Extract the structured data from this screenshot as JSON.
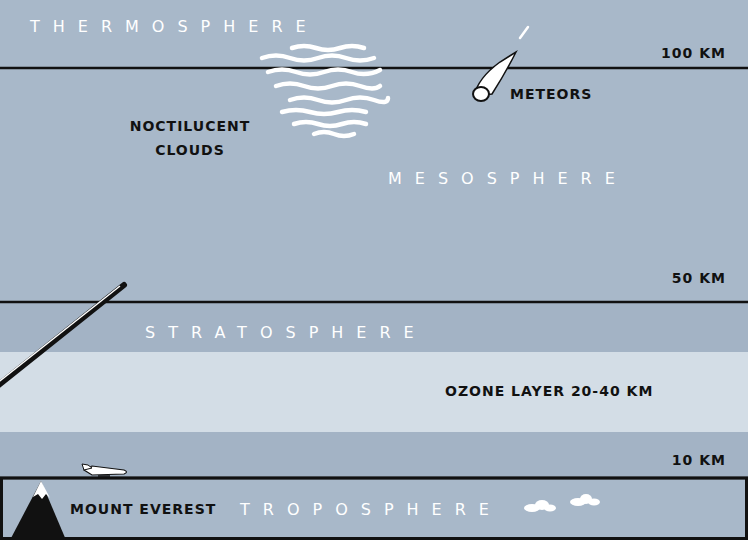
{
  "diagram": {
    "nodes": [
      {
        "text": [
          "THERMOSPHERE"
        ]
      },
      {
        "text": [
          "MESOSPHERE"
        ]
      },
      {
        "text": [
          "STRATOSPHERE"
        ]
      },
      {
        "text": [
          "OZONE LAYER 20-40 KM"
        ],
        "in": 2
      },
      {
        "text": [
          "TROPOSPHERE"
        ]
      }
    ],
    "labels": [
      "100 KM",
      "METEORS",
      "NOCTILUCENT CLOUDS",
      "50 KM",
      "10 KM",
      "MOUNT EVEREST"
    ]
  }
}
